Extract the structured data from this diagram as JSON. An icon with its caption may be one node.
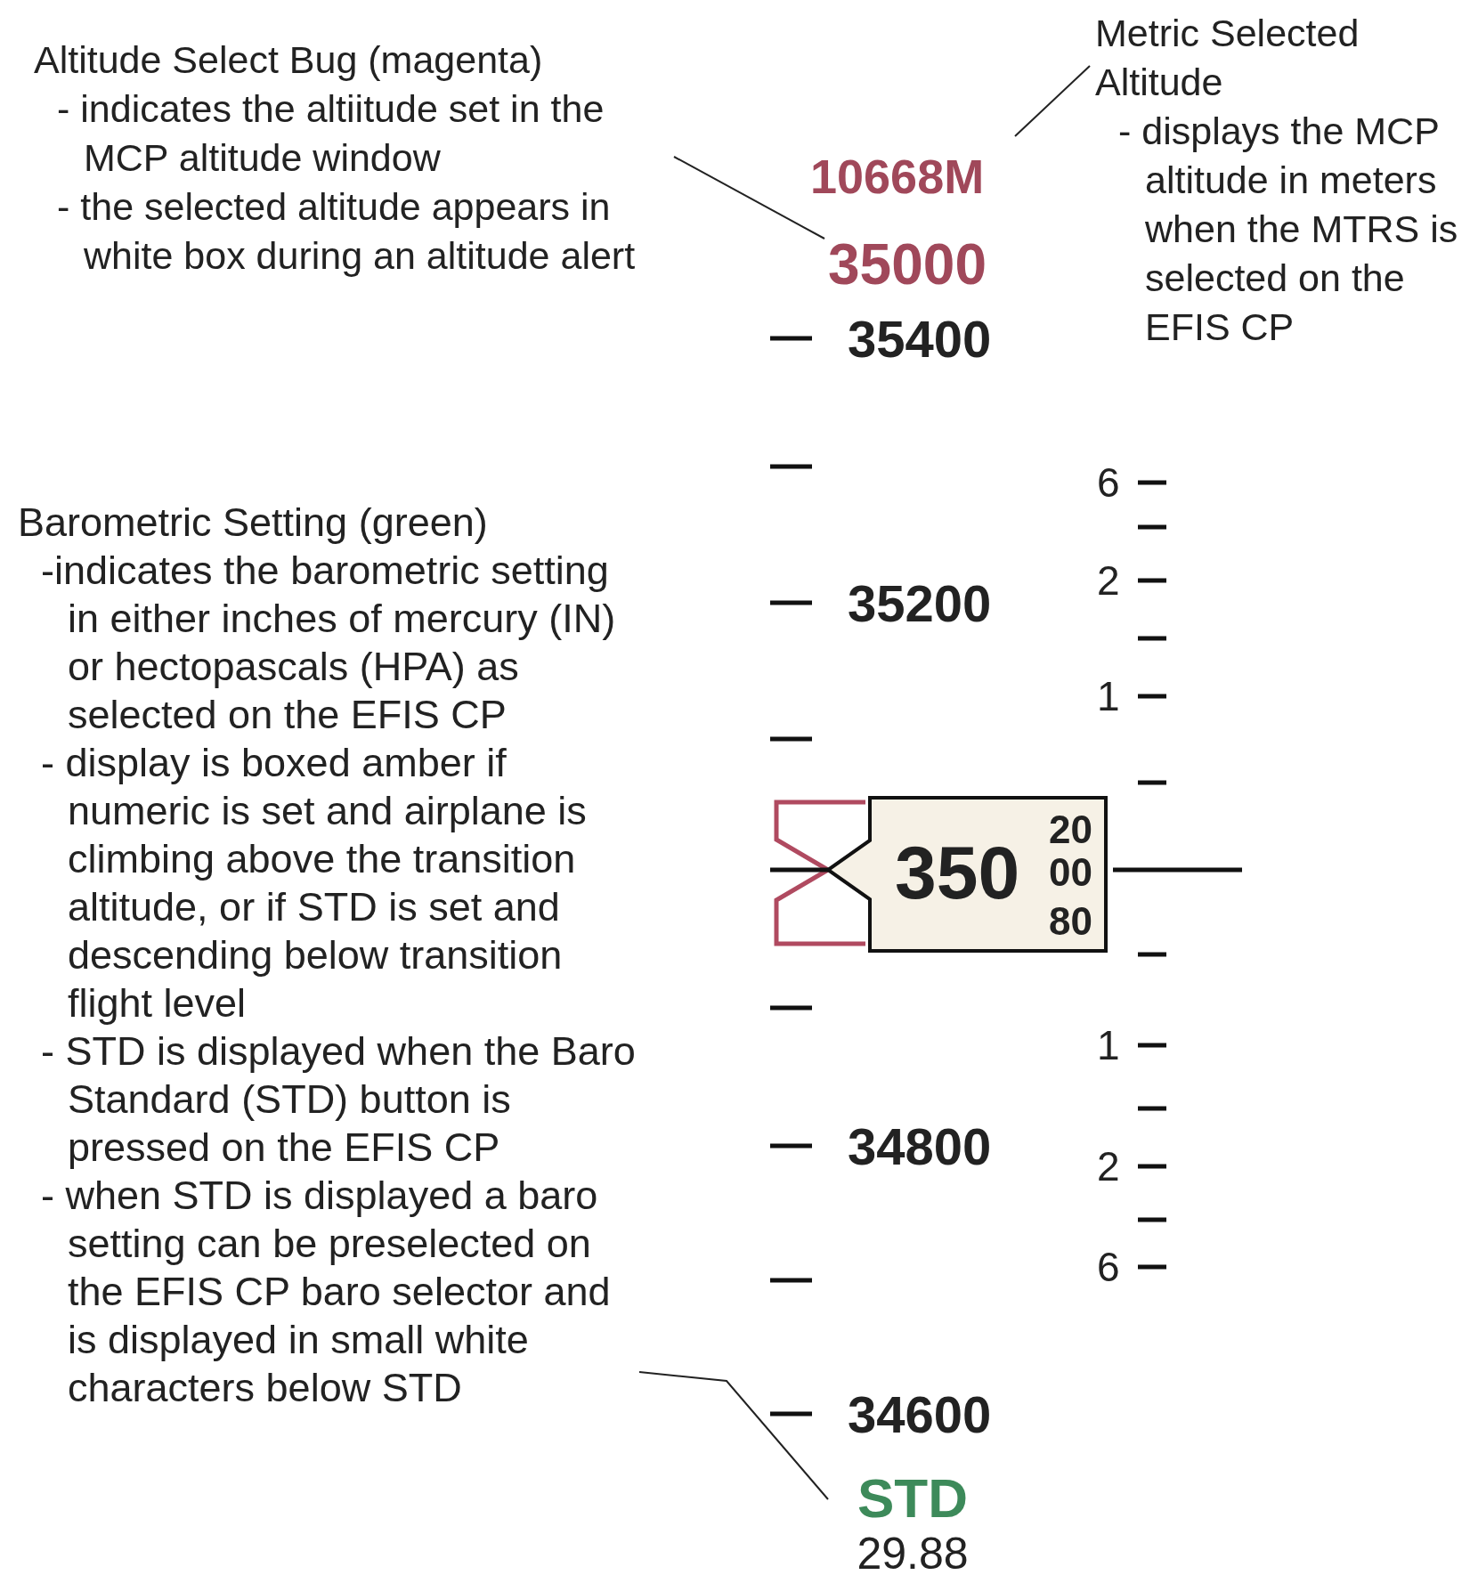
{
  "diagram": {
    "nodes": [
      {
        "text": [
          "Altitude Select Bug (magenta)",
          "- indicates the altiitude set in the MCP altitude window",
          "- the selected altitude appears in white box during an altitude alert"
        ]
      },
      {
        "text": [
          "35000"
        ]
      },
      {
        "text": [
          "Metric Selected Altitude",
          "- displays the MCP altitude in meters when the MTRS is selected on the EFIS CP"
        ]
      },
      {
        "text": [
          "10668M"
        ]
      },
      {
        "text": [
          "Barometric Setting (green)",
          "-indicates the barometric setting in either inches of mercury (IN) or hectopascals (HPA) as selected on the EFIS CP",
          "- display is boxed amber if numeric is set and airplane is climbing above the transition altitude, or if STD is set and descending below transition flight level",
          "- STD is displayed when the Baro Standard (STD) button is pressed on the EFIS CP",
          "- when STD is displayed a baro setting can be preselected on the EFIS CP baro selector and is displayed in small white characters below STD"
        ]
      },
      {
        "text": [
          "STD",
          "29.88"
        ]
      }
    ],
    "edges": [
      {
        "from": 0,
        "to": 1,
        "arrow": "none"
      },
      {
        "from": 2,
        "to": 3,
        "arrow": "none"
      },
      {
        "from": 4,
        "to": 5,
        "arrow": "none"
      }
    ],
    "labels": [
      "35400",
      "6",
      "35200",
      "2",
      "1",
      "350",
      "20",
      "00",
      "80",
      "1",
      "34800",
      "2",
      "6",
      "34600"
    ]
  }
}
